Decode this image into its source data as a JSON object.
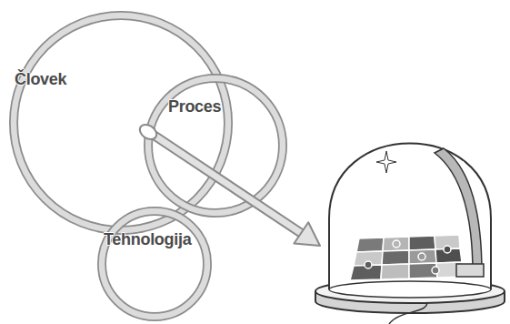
{
  "diagram": {
    "nodes": [
      {
        "text": [
          "Človek"
        ]
      },
      {
        "text": [
          "Proces"
        ]
      },
      {
        "text": [
          "Tehnologija"
        ]
      }
    ]
  }
}
